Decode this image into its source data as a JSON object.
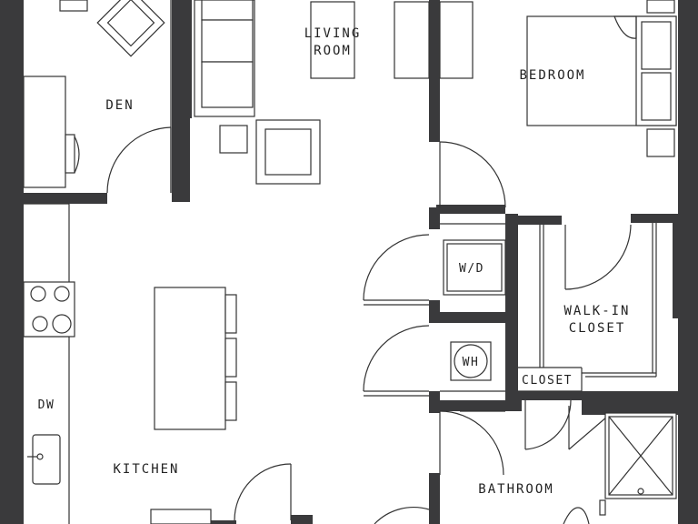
{
  "rooms": {
    "living_room": [
      "LIVING",
      "ROOM"
    ],
    "bedroom": "BEDROOM",
    "den": "DEN",
    "kitchen": "KITCHEN",
    "bathroom": "BATHROOM",
    "walk_in_closet": [
      "WALK-IN",
      "CLOSET"
    ],
    "closet": "CLOSET"
  },
  "fixtures": {
    "washer_dryer": "W/D",
    "water_heater": "WH",
    "dishwasher": "DW"
  },
  "colors": {
    "wall": "#3a3a3c",
    "line": "#333333",
    "background": "#ffffff"
  }
}
